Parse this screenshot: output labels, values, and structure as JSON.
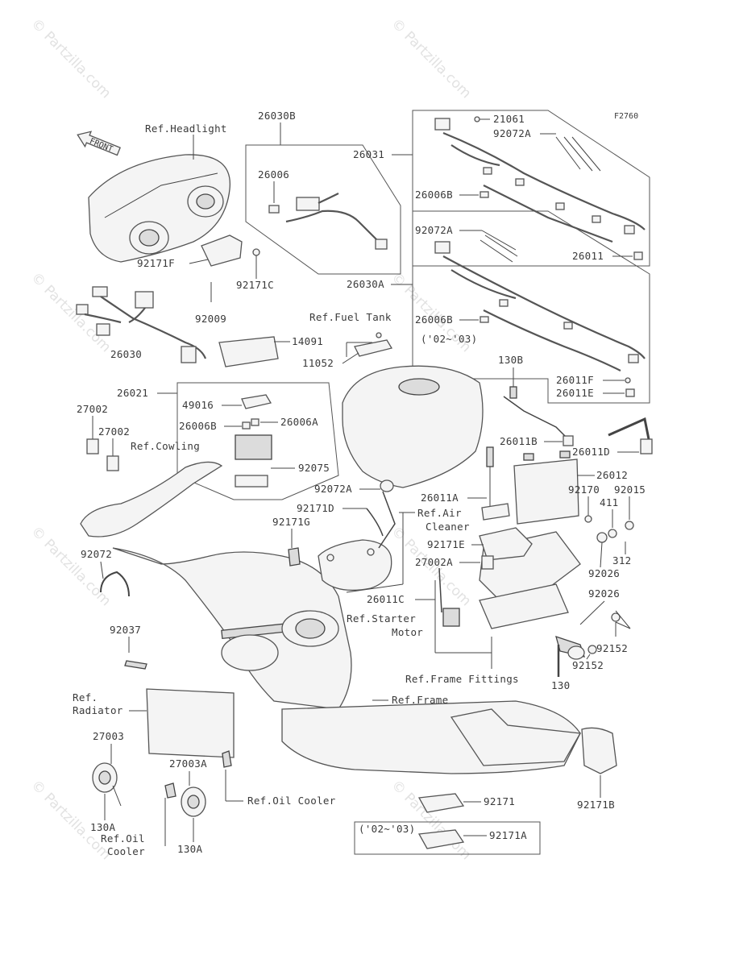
{
  "figure_code": "F2760",
  "watermark": "© Partzilla.com",
  "direction_arrow": "FRONT",
  "labels": {
    "ref_headlight": "Ref.Headlight",
    "p26030B": "26030B",
    "p26006": "26006",
    "p26031": "26031",
    "p21061": "21061",
    "p92072A_top": "92072A",
    "p26006B_top": "26006B",
    "p26011": "26011",
    "p92072A_mid": "92072A",
    "p26030A": "26030A",
    "p26006B_mid": "26006B",
    "years_mid": "('02~'03)",
    "p26011F": "26011F",
    "p26011E": "26011E",
    "p92171F": "92171F",
    "p92171C": "92171C",
    "p92009": "92009",
    "ref_fuel_tank": "Ref.Fuel Tank",
    "p14091": "14091",
    "p11052": "11052",
    "p130B": "130B",
    "p26030": "26030",
    "p26021": "26021",
    "p49016": "49016",
    "p26006B_low": "26006B",
    "p26006A": "26006A",
    "p92075": "92075",
    "p27002_a": "27002",
    "p27002_b": "27002",
    "ref_cowling": "Ref.Cowling",
    "p26011B": "26011B",
    "p26011D": "26011D",
    "p26012": "26012",
    "p92170": "92170",
    "p92015": "92015",
    "p411": "411",
    "p92072A_low": "92072A",
    "p26011A": "26011A",
    "p92171D": "92171D",
    "ref_air_cleaner_1": "Ref.Air",
    "ref_air_cleaner_2": "Cleaner",
    "p92171G": "92171G",
    "p92072": "92072",
    "p92171E": "92171E",
    "p27002A": "27002A",
    "p312": "312",
    "p92026_a": "92026",
    "p92026_b": "92026",
    "p26011C": "26011C",
    "ref_starter_1": "Ref.Starter",
    "ref_starter_2": "Motor",
    "p92037": "92037",
    "p92152_a": "92152",
    "p92152_b": "92152",
    "ref_frame_fittings": "Ref.Frame Fittings",
    "p130": "130",
    "ref_radiator_1": "Ref.",
    "ref_radiator_2": "Radiator",
    "ref_frame": "Ref.Frame",
    "p27003": "27003",
    "p27003A": "27003A",
    "ref_oil_cooler": "Ref.Oil Cooler",
    "p92171": "92171",
    "p92171B": "92171B",
    "years_low": "('02~'03)",
    "p92171A": "92171A",
    "p130A_a": "130A",
    "p130A_b": "130A",
    "ref_oil_cooler2_1": "Ref.Oil",
    "ref_oil_cooler2_2": "Cooler"
  }
}
